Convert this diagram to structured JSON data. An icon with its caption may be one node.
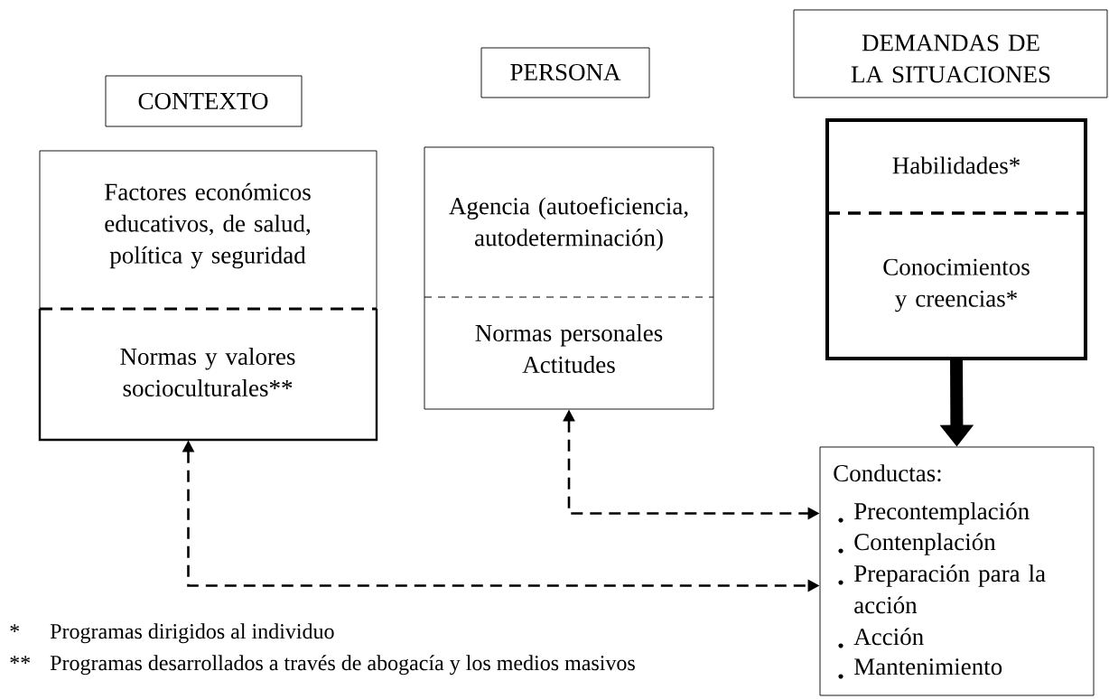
{
  "diagram": {
    "nodes": [
      {
        "text": [
          "CONTEXTO"
        ]
      },
      {
        "text": [
          "Factores económicos educativos, de salud, política y seguridad",
          "Normas y valores socioculturales**"
        ]
      },
      {
        "text": [
          "PERSONA"
        ]
      },
      {
        "text": [
          "Agencia (autoeficiencia, autodeterminación)",
          "Normas personales Actitudes"
        ]
      },
      {
        "text": [
          "DEMANDAS DE LA SITUACIONES"
        ]
      },
      {
        "text": [
          "Habilidades*",
          "Conocimientos y creencias*"
        ]
      },
      {
        "text": [
          "Conductas:",
          "Precontemplación",
          "Contenplación",
          "Preparación para la acción",
          "Acción",
          "Mantenimiento"
        ]
      }
    ],
    "edges": [
      {
        "from": 5,
        "to": 6,
        "arrow": "to",
        "style": "thick"
      },
      {
        "from": 3,
        "to": 6,
        "arrow": "both",
        "style": "dashed"
      },
      {
        "from": 1,
        "to": 6,
        "arrow": "both",
        "style": "dashed"
      }
    ],
    "labels": [
      "*",
      "Programas dirigidos al individuo",
      "**",
      "Programas desarrollados a través de abogacía y los medios masivos"
    ]
  }
}
